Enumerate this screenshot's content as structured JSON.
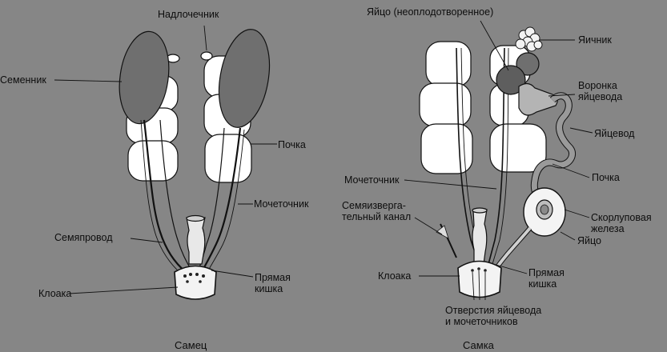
{
  "male": {
    "caption": "Самец",
    "labels": {
      "adrenal": "Надлочечник",
      "testis": "Семенник",
      "kidney": "Почка",
      "ureter": "Мочеточник",
      "vas_deferens": "Семяпровод",
      "cloaca": "Клоака",
      "rectum_1": "Прямая",
      "rectum_2": "кишка"
    }
  },
  "female": {
    "caption": "Самка",
    "labels": {
      "egg_unfertilized": "Яйцо (неоплодотворенное)",
      "ovary": "Яичник",
      "funnel_1": "Воронка",
      "funnel_2": "яйцевода",
      "oviduct": "Яйцевод",
      "kidney": "Почка",
      "ureter": "Мочеточник",
      "ejac_1": "Семяизверга-",
      "ejac_2": "тельный канал",
      "shell_gland_1": "Скорлуповая",
      "shell_gland_2": "железа",
      "egg": "Яйцо",
      "cloaca": "Клоака",
      "rectum_1": "Прямая",
      "rectum_2": "кишка",
      "openings_1": "Отверстия яйцевода",
      "openings_2": "и мочеточников"
    }
  },
  "colors": {
    "background": "#868686",
    "organ_white": "#ffffff",
    "testis_fill": "#6f6f6f",
    "oviduct_fill": "#9a9a9a",
    "outline": "#111111"
  }
}
